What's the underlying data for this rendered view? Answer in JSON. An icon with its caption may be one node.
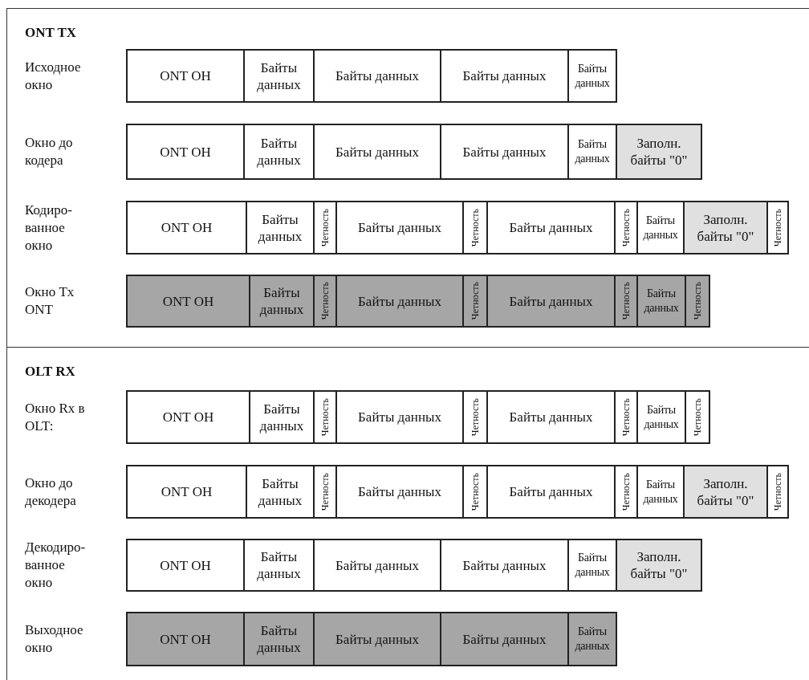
{
  "diagram": {
    "nodes": [
      {
        "text": [
          "ONT TX"
        ]
      },
      {
        "text": [
          "ONT OH"
        ],
        "in": 0
      },
      {
        "text": [
          "Байты данных"
        ],
        "in": 0
      },
      {
        "text": [
          "Байты данных"
        ],
        "in": 0
      },
      {
        "text": [
          "Байты данных"
        ],
        "in": 0
      },
      {
        "text": [
          "Байты данных"
        ],
        "in": 0
      },
      {
        "text": [
          "ONT OH"
        ],
        "in": 0
      },
      {
        "text": [
          "Байты данных"
        ],
        "in": 0
      },
      {
        "text": [
          "Байты данных"
        ],
        "in": 0
      },
      {
        "text": [
          "Байты данных"
        ],
        "in": 0
      },
      {
        "text": [
          "Байты данных"
        ],
        "in": 0
      },
      {
        "text": [
          "Заполн. байты \"0\""
        ],
        "in": 0
      },
      {
        "text": [
          "ONT OH"
        ],
        "in": 0
      },
      {
        "text": [
          "Байты данных"
        ],
        "in": 0
      },
      {
        "text": [
          "Четность"
        ],
        "in": 0
      },
      {
        "text": [
          "Байты данных"
        ],
        "in": 0
      },
      {
        "text": [
          "Четность"
        ],
        "in": 0
      },
      {
        "text": [
          "Байты данных"
        ],
        "in": 0
      },
      {
        "text": [
          "Четность"
        ],
        "in": 0
      },
      {
        "text": [
          "Байты данных"
        ],
        "in": 0
      },
      {
        "text": [
          "Заполн. байты \"0\""
        ],
        "in": 0
      },
      {
        "text": [
          "Четность"
        ],
        "in": 0
      },
      {
        "text": [
          "ONT OH"
        ],
        "in": 0
      },
      {
        "text": [
          "Байты данных"
        ],
        "in": 0
      },
      {
        "text": [
          "Четность"
        ],
        "in": 0
      },
      {
        "text": [
          "Байты данных"
        ],
        "in": 0
      },
      {
        "text": [
          "Четность"
        ],
        "in": 0
      },
      {
        "text": [
          "Байты данных"
        ],
        "in": 0
      },
      {
        "text": [
          "Четность"
        ],
        "in": 0
      },
      {
        "text": [
          "Байты данных"
        ],
        "in": 0
      },
      {
        "text": [
          "Четность"
        ],
        "in": 0
      },
      {
        "text": [
          "OLT RX"
        ]
      },
      {
        "text": [
          "ONT OH"
        ],
        "in": 31
      },
      {
        "text": [
          "Байты данных"
        ],
        "in": 31
      },
      {
        "text": [
          "Четность"
        ],
        "in": 31
      },
      {
        "text": [
          "Байты данных"
        ],
        "in": 31
      },
      {
        "text": [
          "Четность"
        ],
        "in": 31
      },
      {
        "text": [
          "Байты данных"
        ],
        "in": 31
      },
      {
        "text": [
          "Четность"
        ],
        "in": 31
      },
      {
        "text": [
          "Байты данных"
        ],
        "in": 31
      },
      {
        "text": [
          "Четность"
        ],
        "in": 31
      },
      {
        "text": [
          "ONT OH"
        ],
        "in": 31
      },
      {
        "text": [
          "Байты данных"
        ],
        "in": 31
      },
      {
        "text": [
          "Четность"
        ],
        "in": 31
      },
      {
        "text": [
          "Байты данных"
        ],
        "in": 31
      },
      {
        "text": [
          "Четность"
        ],
        "in": 31
      },
      {
        "text": [
          "Байты данных"
        ],
        "in": 31
      },
      {
        "text": [
          "Четность"
        ],
        "in": 31
      },
      {
        "text": [
          "Байты данных"
        ],
        "in": 31
      },
      {
        "text": [
          "Заполн. байты \"0\""
        ],
        "in": 31
      },
      {
        "text": [
          "Четность"
        ],
        "in": 31
      },
      {
        "text": [
          "ONT OH"
        ],
        "in": 31
      },
      {
        "text": [
          "Байты данных"
        ],
        "in": 31
      },
      {
        "text": [
          "Байты данных"
        ],
        "in": 31
      },
      {
        "text": [
          "Байты данных"
        ],
        "in": 31
      },
      {
        "text": [
          "Байты данных"
        ],
        "in": 31
      },
      {
        "text": [
          "Заполн. байты \"0\""
        ],
        "in": 31
      },
      {
        "text": [
          "ONT OH"
        ],
        "in": 31
      },
      {
        "text": [
          "Байты данных"
        ],
        "in": 31
      },
      {
        "text": [
          "Байты данных"
        ],
        "in": 31
      },
      {
        "text": [
          "Байты данных"
        ],
        "in": 31
      },
      {
        "text": [
          "Байты данных"
        ],
        "in": 31
      }
    ],
    "labels": [
      "Исходное окно",
      "Окно до кодера",
      "Кодиро- ванное окно",
      "Окно Tx ONT",
      "Окно Rx в OLT:",
      "Окно до декодера",
      "Декодиро- ванное окно",
      "Выходное окно"
    ]
  }
}
